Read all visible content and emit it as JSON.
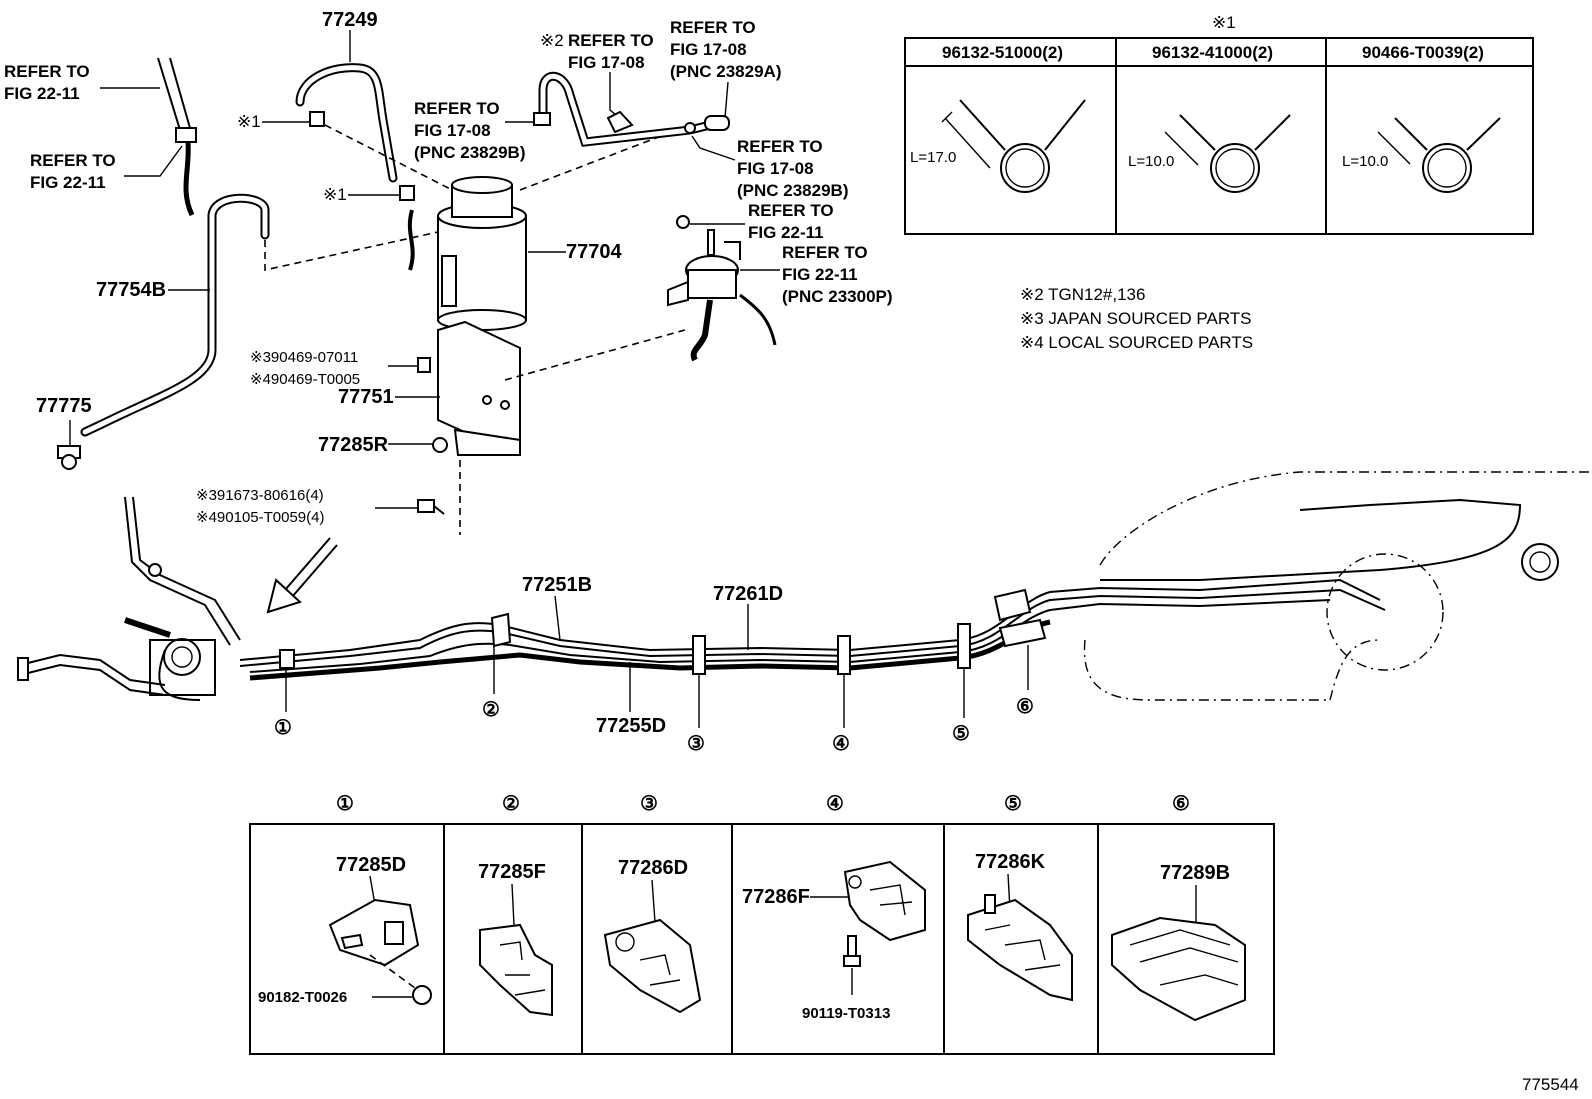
{
  "refs": {
    "fig2211_a": [
      "REFER TO",
      "FIG 22-11"
    ],
    "fig2211_b": [
      "REFER TO",
      "FIG 22-11"
    ],
    "fig1708_a_prefix": "※2",
    "fig1708_a": [
      "REFER TO",
      "FIG 17-08"
    ],
    "fig1708_b": [
      "REFER TO",
      "FIG 17-08",
      "(PNC 23829A)"
    ],
    "fig1708_c": [
      "REFER TO",
      "FIG 17-08",
      "(PNC 23829B)"
    ],
    "fig1708_d": [
      "REFER TO",
      "FIG 17-08",
      "(PNC 23829B)"
    ],
    "fig2211_c": [
      "REFER TO",
      "FIG 22-11"
    ],
    "fig2211_d": [
      "REFER TO",
      "FIG 22-11",
      "(PNC 23300P)"
    ]
  },
  "parts": {
    "p77249": "77249",
    "p77704": "77704",
    "p77754B": "77754B",
    "p77775": "77775",
    "p77751": "77751",
    "p77285R": "77285R",
    "p90469a": "※390469-07011",
    "p90469b": "※490469-T0005",
    "p91673": "※391673-80616(4)",
    "p90105": "※490105-T0059(4)",
    "p77251B": "77251B",
    "p77261D": "77261D",
    "p77255D": "77255D",
    "mark1a": "※1",
    "mark1b": "※1"
  },
  "callouts": [
    "①",
    "②",
    "③",
    "④",
    "⑤",
    "⑥"
  ],
  "clip_table": {
    "header": "※1",
    "columns": [
      "96132-51000(2)",
      "96132-41000(2)",
      "90466-T0039(2)"
    ],
    "lengths": [
      "L=17.0",
      "L=10.0",
      "L=10.0"
    ]
  },
  "notes": [
    "※2 TGN12#,136",
    "※3 JAPAN SOURCED PARTS",
    "※4 LOCAL SOURCED PARTS"
  ],
  "detail_table": {
    "headers": [
      "①",
      "②",
      "③",
      "④",
      "⑤",
      "⑥"
    ],
    "parts": [
      "77285D",
      "77285F",
      "77286D",
      "77286F",
      "77286K",
      "77289B"
    ],
    "extra": [
      "90182-T0026",
      "90119-T0313"
    ]
  },
  "figure_id": "775544"
}
